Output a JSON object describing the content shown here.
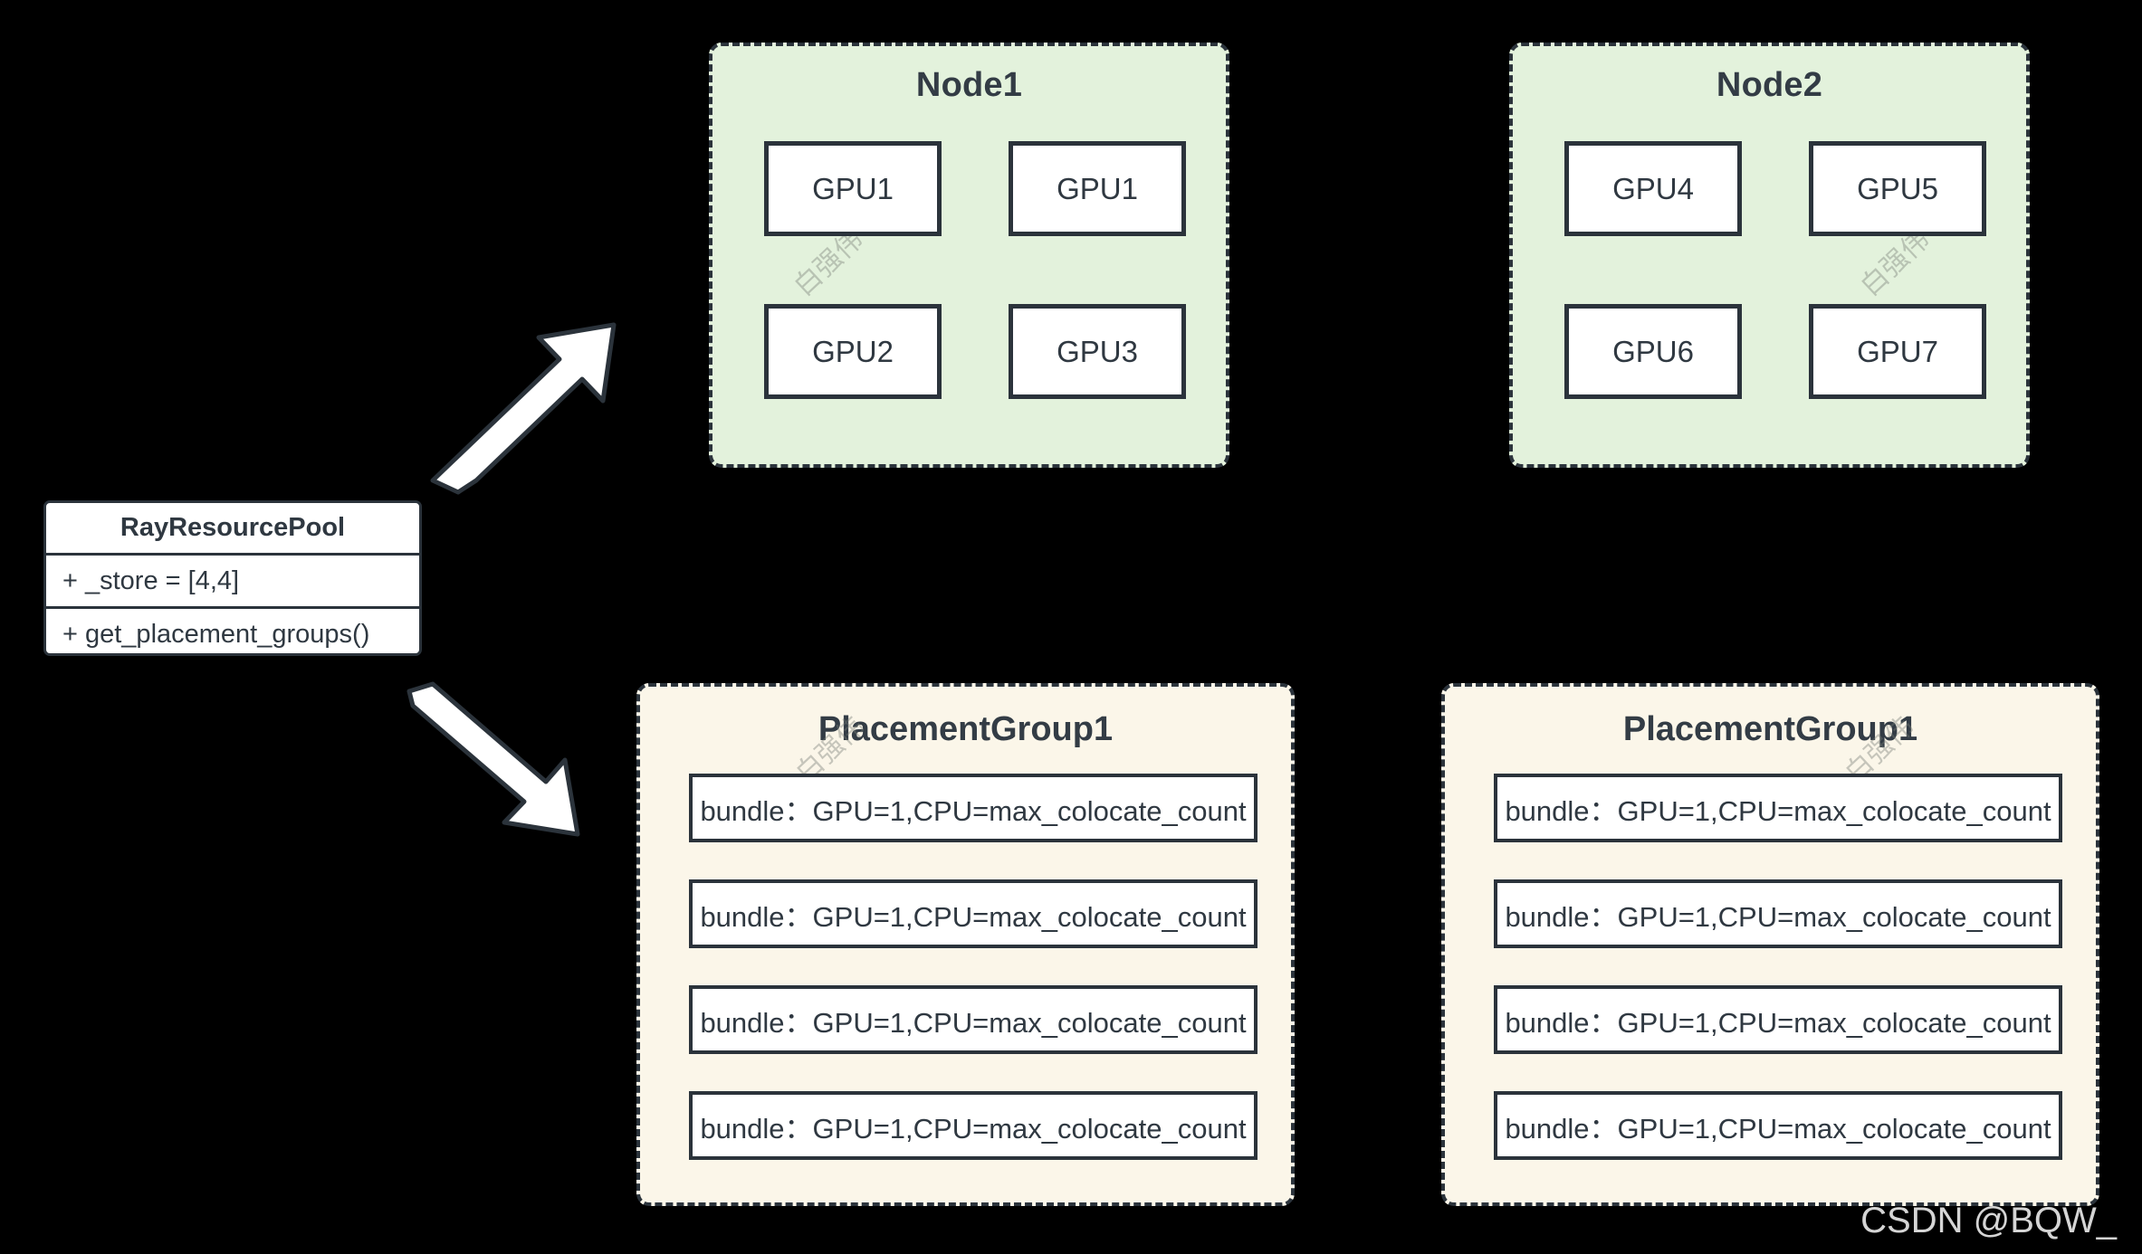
{
  "diagram": {
    "background_color": "#000000",
    "node_fill": "#e3f2dc",
    "group_fill": "#fbf6e9",
    "stroke": "#2b333b",
    "box_fill": "#ffffff"
  },
  "class_box": {
    "title": "RayResourcePool",
    "attribute": "+  _store = [4,4]",
    "method": "+ get_placement_groups()"
  },
  "nodes": [
    {
      "title": "Node1",
      "gpus": [
        "GPU1",
        "GPU1",
        "GPU2",
        "GPU3"
      ]
    },
    {
      "title": "Node2",
      "gpus": [
        "GPU4",
        "GPU5",
        "GPU6",
        "GPU7"
      ]
    }
  ],
  "placement_groups": [
    {
      "title": "PlacementGroup1",
      "bundles": [
        "bundle：GPU=1,CPU=max_colocate_count",
        "bundle：GPU=1,CPU=max_colocate_count",
        "bundle：GPU=1,CPU=max_colocate_count",
        "bundle：GPU=1,CPU=max_colocate_count"
      ]
    },
    {
      "title": "PlacementGroup1",
      "bundles": [
        "bundle：GPU=1,CPU=max_colocate_count",
        "bundle：GPU=1,CPU=max_colocate_count",
        "bundle：GPU=1,CPU=max_colocate_count",
        "bundle：GPU=1,CPU=max_colocate_count"
      ]
    }
  ],
  "arrows": [
    {
      "name": "arrow-to-nodes",
      "direction": "up-right"
    },
    {
      "name": "arrow-to-placement-groups",
      "direction": "down-right"
    }
  ],
  "watermarks": {
    "author_cn": "白强伟",
    "csdn": "CSDN @BQW_"
  }
}
